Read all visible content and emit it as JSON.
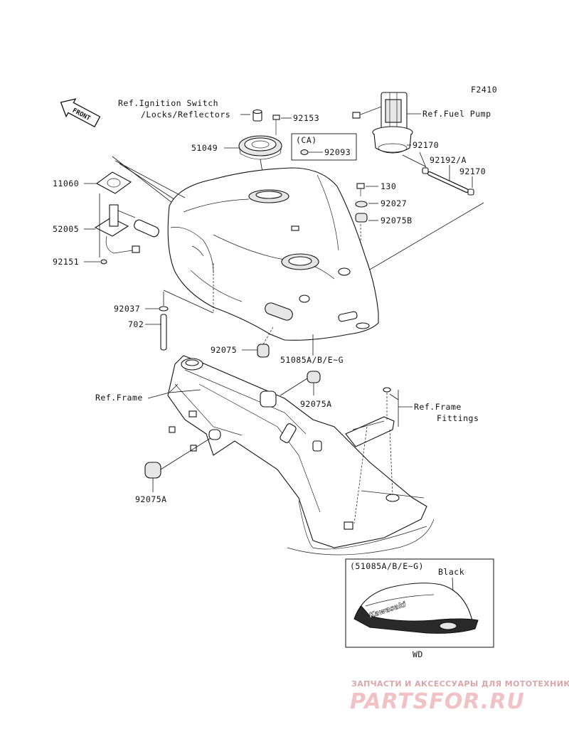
{
  "diagram": {
    "figure_code": "F2410",
    "front_label": "FRONT",
    "refs": {
      "ignition_line1": "Ref.Ignition Switch",
      "ignition_line2": "/Locks/Reflectors",
      "fuel_pump": "Ref.Fuel Pump",
      "frame": "Ref.Frame",
      "frame_fittings_line1": "Ref.Frame",
      "frame_fittings_line2": "Fittings"
    },
    "region_box": "(CA)",
    "parts": {
      "p92153": "92153",
      "p51049": "51049",
      "p92093": "92093",
      "p92170a": "92170",
      "p92192": "92192/A",
      "p92170b": "92170",
      "p11060": "11060",
      "p52005": "52005",
      "p92151": "92151",
      "p130": "130",
      "p92027": "92027",
      "p92075b": "92075B",
      "p92037": "92037",
      "p702": "702",
      "p92075": "92075",
      "p51085": "51085A/B/E~G",
      "p92075a1": "92075A",
      "p92075a2": "92075A"
    },
    "inset": {
      "title": "(51085A/B/E~G)",
      "color_label": "Black",
      "tank_badge": "Kawasaki",
      "market": "WD"
    }
  },
  "watermark": {
    "tagline": "ЗАПЧАСТИ И АКСЕССУАРЫ ДЛЯ МОТОТЕХНИКИ",
    "brand": "PARTSFOR.RU"
  }
}
